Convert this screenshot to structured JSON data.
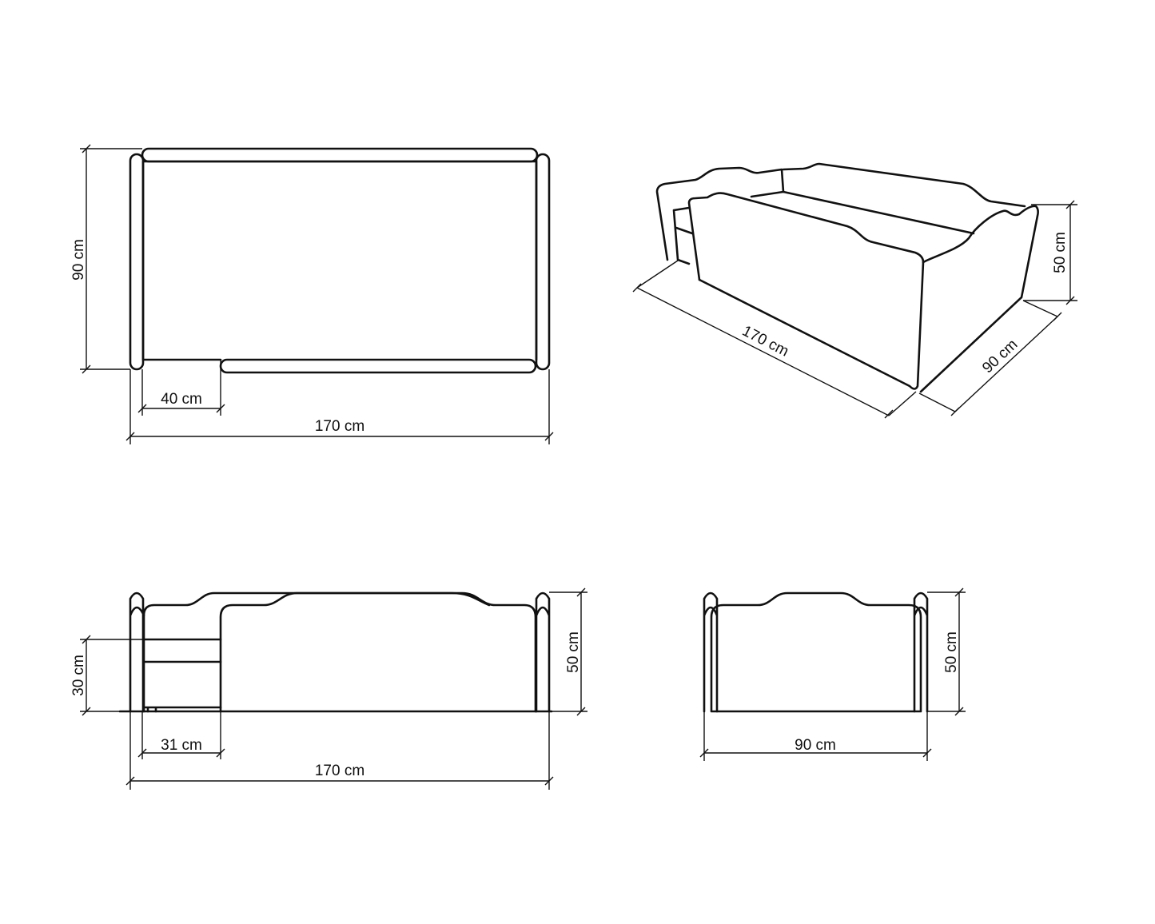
{
  "colors": {
    "line": "#111111",
    "background": "#ffffff"
  },
  "top_view": {
    "width_label": "90 cm",
    "opening_label": "40 cm",
    "length_label": "170 cm"
  },
  "iso_view": {
    "length_label": "170 cm",
    "width_label": "90 cm",
    "height_label": "50 cm"
  },
  "front_view": {
    "drawer_height_label": "30 cm",
    "height_label": "50 cm",
    "drawer_width_label": "31 cm",
    "length_label": "170 cm"
  },
  "side_view": {
    "height_label": "50 cm",
    "width_label": "90 cm"
  }
}
